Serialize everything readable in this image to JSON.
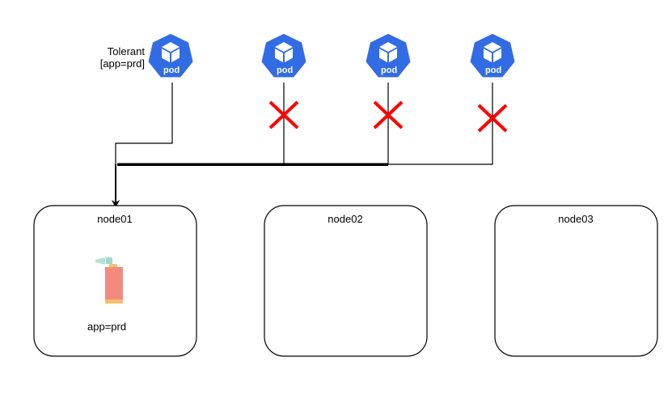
{
  "pods": [
    {
      "label": "pod",
      "tolerant": true
    },
    {
      "label": "pod",
      "tolerant": false
    },
    {
      "label": "pod",
      "tolerant": false
    },
    {
      "label": "pod",
      "tolerant": false
    }
  ],
  "tolerant_label": {
    "line1": "Tolerant",
    "line2": "[app=prd]"
  },
  "nodes": [
    {
      "name": "node01",
      "taint": "app=prd"
    },
    {
      "name": "node02"
    },
    {
      "name": "node03"
    }
  ],
  "colors": {
    "pod_blue": "#326ce5",
    "reject_red": "#ff0000",
    "taint_can": "#f28b7e",
    "taint_cap": "#f6c06e",
    "spray": "#9fd8d0"
  },
  "icons": {
    "pod": "kubernetes-pod-icon",
    "reject": "red-x-icon",
    "taint": "spray-can-icon"
  }
}
